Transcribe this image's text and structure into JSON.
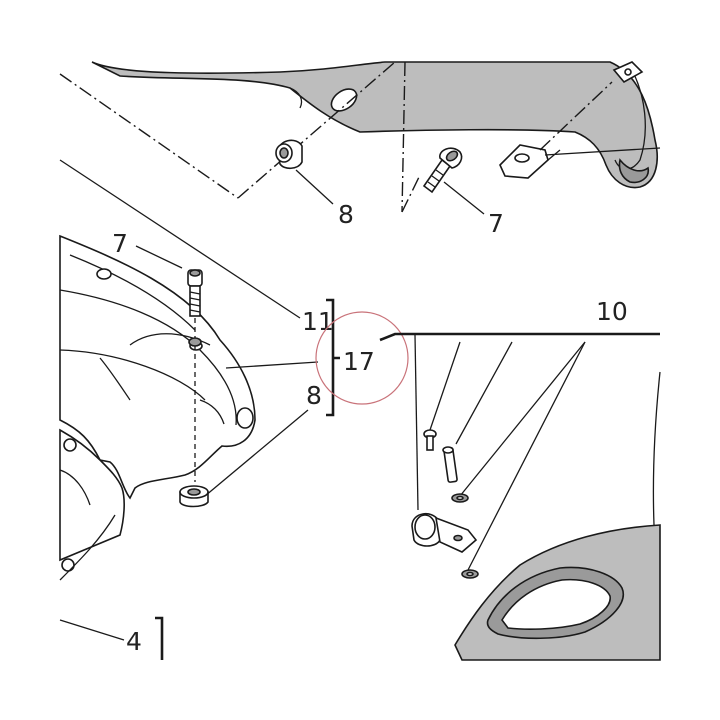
{
  "callouts": {
    "top_nut": "8",
    "top_bolt": "7",
    "left_bolt": "7",
    "group_a": "11",
    "group_total": "17",
    "group_b": "8",
    "kit": "10",
    "bottom": "4"
  },
  "colors": {
    "line": "#1a1a1a",
    "part_fill": "#bdbdbd",
    "highlight_circle": "#c9737a"
  }
}
